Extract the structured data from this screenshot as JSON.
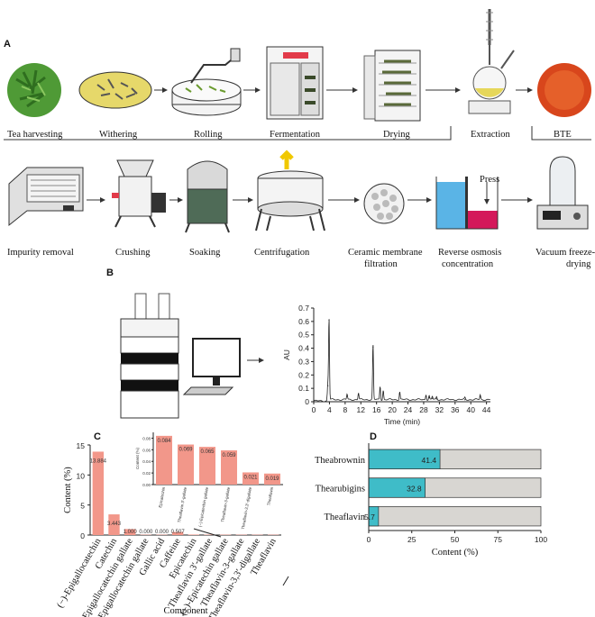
{
  "panels": {
    "a": "A",
    "b": "B",
    "c": "C",
    "d": "D"
  },
  "process_row1": [
    {
      "label": "Tea harvesting",
      "icon": "tea-leaves-icon"
    },
    {
      "label": "Withering",
      "icon": "withering-tray-icon"
    },
    {
      "label": "Rolling",
      "icon": "rolling-machine-icon"
    },
    {
      "label": "Fermentation",
      "icon": "fermentation-chamber-icon"
    },
    {
      "label": "Drying",
      "icon": "drying-cabinet-icon"
    },
    {
      "label": "Extraction",
      "icon": "extraction-apparatus-icon"
    },
    {
      "label": "BTE",
      "icon": "bte-powder-icon"
    }
  ],
  "process_row2": [
    {
      "label": "Impurity removal",
      "icon": "sorting-machine-icon"
    },
    {
      "label": "Crushing",
      "icon": "crusher-icon"
    },
    {
      "label": "Soaking",
      "icon": "soaking-tank-icon"
    },
    {
      "label": "Centrifugation",
      "icon": "centrifuge-icon"
    },
    {
      "label": "Ceramic membrane",
      "label2": "filtration",
      "icon": "membrane-disc-icon"
    },
    {
      "label": "Reverse osmosis",
      "label2": "concentration",
      "icon": "reverse-osmosis-icon"
    },
    {
      "label": "Vacuum freeze-",
      "label2": "drying",
      "icon": "freeze-dryer-icon"
    }
  ],
  "press_label": "Press",
  "chart_data": [
    {
      "type": "line",
      "ylabel": "AU",
      "xlabel": "Time (min)",
      "xlim": [
        0,
        45
      ],
      "ylim": [
        0,
        0.7
      ],
      "xticks": [
        0,
        4,
        8,
        12,
        16,
        20,
        24,
        28,
        32,
        36,
        40,
        44
      ],
      "yticks": [
        0,
        0.1,
        0.2,
        0.3,
        0.4,
        0.5,
        0.6,
        0.7
      ],
      "peaks": [
        {
          "t": 3.9,
          "au": 0.61
        },
        {
          "t": 3.6,
          "au": 0.12
        },
        {
          "t": 8.5,
          "au": 0.04
        },
        {
          "t": 11.4,
          "au": 0.05
        },
        {
          "t": 15.1,
          "au": 0.41
        },
        {
          "t": 16.9,
          "au": 0.1
        },
        {
          "t": 17.7,
          "au": 0.07
        },
        {
          "t": 21.9,
          "au": 0.06
        },
        {
          "t": 28.6,
          "au": 0.04
        },
        {
          "t": 29.4,
          "au": 0.03
        },
        {
          "t": 30.2,
          "au": 0.025
        },
        {
          "t": 31.3,
          "au": 0.02
        },
        {
          "t": 38.5,
          "au": 0.015
        },
        {
          "t": 42.4,
          "au": 0.035
        }
      ]
    },
    {
      "type": "bar",
      "ylabel": "Content (%)",
      "xlabel": "Component",
      "ylim": [
        0,
        15
      ],
      "yticks": [
        0,
        5,
        10,
        15
      ],
      "categories": [
        "(−)-Epigallocatechin",
        "Catechin",
        "Epigallocatechin gallate",
        "(−)-Epigallocatechin gallate",
        "Gallic acid",
        "Caffeine",
        "Epicatechin",
        "Theaflavin 3′-gallate",
        "(−)-Epicatechin gallate",
        "Theaflavin-3-gallate",
        "Theaflavin-3,3′-digallate",
        "Theaflavin"
      ],
      "values": [
        13.884,
        3.443,
        1.0,
        0.0,
        0.0,
        0.507,
        0.084,
        0.069,
        0.065,
        0.059,
        0.021,
        0.019
      ],
      "value_labels": [
        "13.884",
        "3.443",
        "1.000",
        "0.000",
        "0.000",
        "0.507",
        "",
        "",
        "",
        "",
        "",
        ""
      ]
    },
    {
      "type": "bar",
      "ylabel": "Content (%)",
      "ylim": [
        0,
        0.09
      ],
      "yticks": [
        0.0,
        0.02,
        0.04,
        0.06,
        0.08
      ],
      "categories": [
        "Epicatechin",
        "Theaflavin 3′-gallate",
        "(−)-Epicatechin gallate",
        "Theaflavin-3-gallate",
        "Theaflavin-3,3′-digallate",
        "Theaflavin"
      ],
      "values": [
        0.084,
        0.069,
        0.065,
        0.059,
        0.021,
        0.019
      ],
      "value_labels": [
        "0.084",
        "0.069",
        "0.065",
        "0.059",
        "0.021",
        "0.019"
      ]
    },
    {
      "type": "bar",
      "orientation": "horizontal",
      "xlabel": "Content (%)",
      "xlim": [
        0,
        100
      ],
      "xticks": [
        0,
        25,
        50,
        75,
        100
      ],
      "categories": [
        "Theabrownin",
        "Thearubigins",
        "Theaflavin"
      ],
      "values": [
        41.4,
        32.8,
        5.7
      ],
      "value_labels": [
        "41.4",
        "32.8",
        "5.7"
      ]
    }
  ],
  "colors": {
    "bar_c": "#f2978a",
    "bar_d": "#3fbcc8",
    "bar_d_bg": "#d8d6d2",
    "line": "#222222"
  }
}
